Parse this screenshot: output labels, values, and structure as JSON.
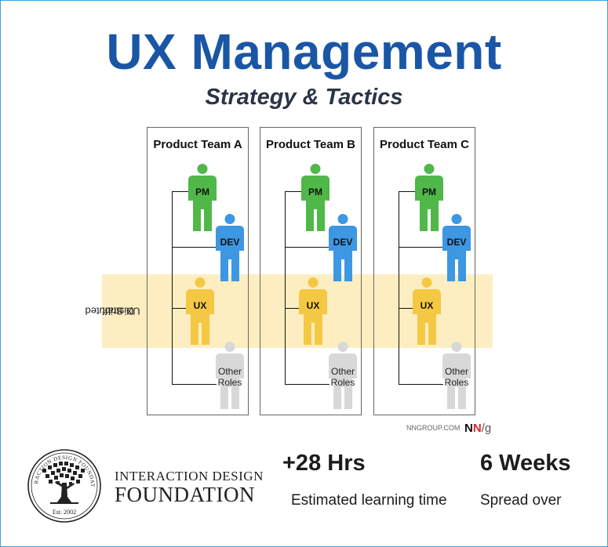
{
  "header": {
    "title": "UX Management",
    "subtitle": "Strategy & Tactics"
  },
  "diagram": {
    "band_label_line1": "Distributed",
    "band_label_line2": "UX Staff",
    "teams": [
      {
        "title": "Product Team A"
      },
      {
        "title": "Product Team B"
      },
      {
        "title": "Product Team C"
      }
    ],
    "roles": {
      "pm": "PM",
      "dev": "DEV",
      "ux": "UX",
      "other_line1": "Other",
      "other_line2": "Roles"
    },
    "colors": {
      "pm": "#4fb848",
      "dev": "#3d97e3",
      "ux": "#f5c843",
      "other": "#d8d8d8",
      "band": "#fdeec2"
    }
  },
  "credit": {
    "source": "NNGROUP.COM",
    "logo_n1": "N",
    "logo_n2": "N",
    "logo_g": "/g"
  },
  "footer": {
    "seal_top_text": "INTERACTION DESIGN FOUNDATION",
    "seal_bottom_text": "Est. 2002",
    "org_line1": "INTERACTION DESIGN",
    "org_line2": "FOUNDATION",
    "hours_value": "+28 Hrs",
    "hours_label": "Estimated learning time",
    "weeks_value": "6 Weeks",
    "weeks_label": "Spread over"
  }
}
